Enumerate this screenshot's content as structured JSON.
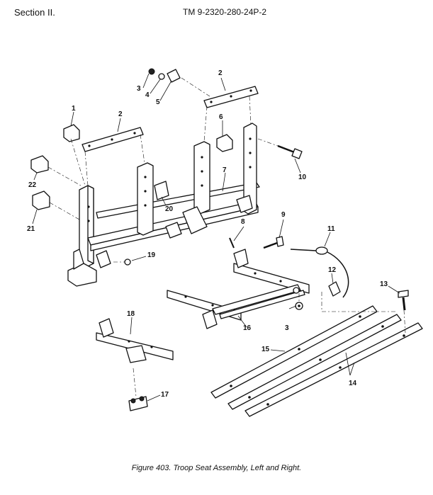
{
  "header": {
    "section": "Section II.",
    "manual": "TM 9-2320-280-24P-2"
  },
  "caption": "Figure 403.  Troop Seat Assembly, Left and Right.",
  "callouts": [
    {
      "key": "c1",
      "text": "1"
    },
    {
      "key": "c2a",
      "text": "2"
    },
    {
      "key": "c2b",
      "text": "2"
    },
    {
      "key": "c3a",
      "text": "3"
    },
    {
      "key": "c3b",
      "text": "3"
    },
    {
      "key": "c4",
      "text": "4"
    },
    {
      "key": "c5",
      "text": "5"
    },
    {
      "key": "c6",
      "text": "6"
    },
    {
      "key": "c7",
      "text": "7"
    },
    {
      "key": "c8",
      "text": "8"
    },
    {
      "key": "c9",
      "text": "9"
    },
    {
      "key": "c10",
      "text": "10"
    },
    {
      "key": "c11",
      "text": "11"
    },
    {
      "key": "c12",
      "text": "12"
    },
    {
      "key": "c13",
      "text": "13"
    },
    {
      "key": "c14",
      "text": "14"
    },
    {
      "key": "c15",
      "text": "15"
    },
    {
      "key": "c16",
      "text": "16"
    },
    {
      "key": "c17",
      "text": "17"
    },
    {
      "key": "c18",
      "text": "18"
    },
    {
      "key": "c19",
      "text": "19"
    },
    {
      "key": "c20",
      "text": "20"
    },
    {
      "key": "c21",
      "text": "21"
    },
    {
      "key": "c22",
      "text": "22"
    }
  ]
}
